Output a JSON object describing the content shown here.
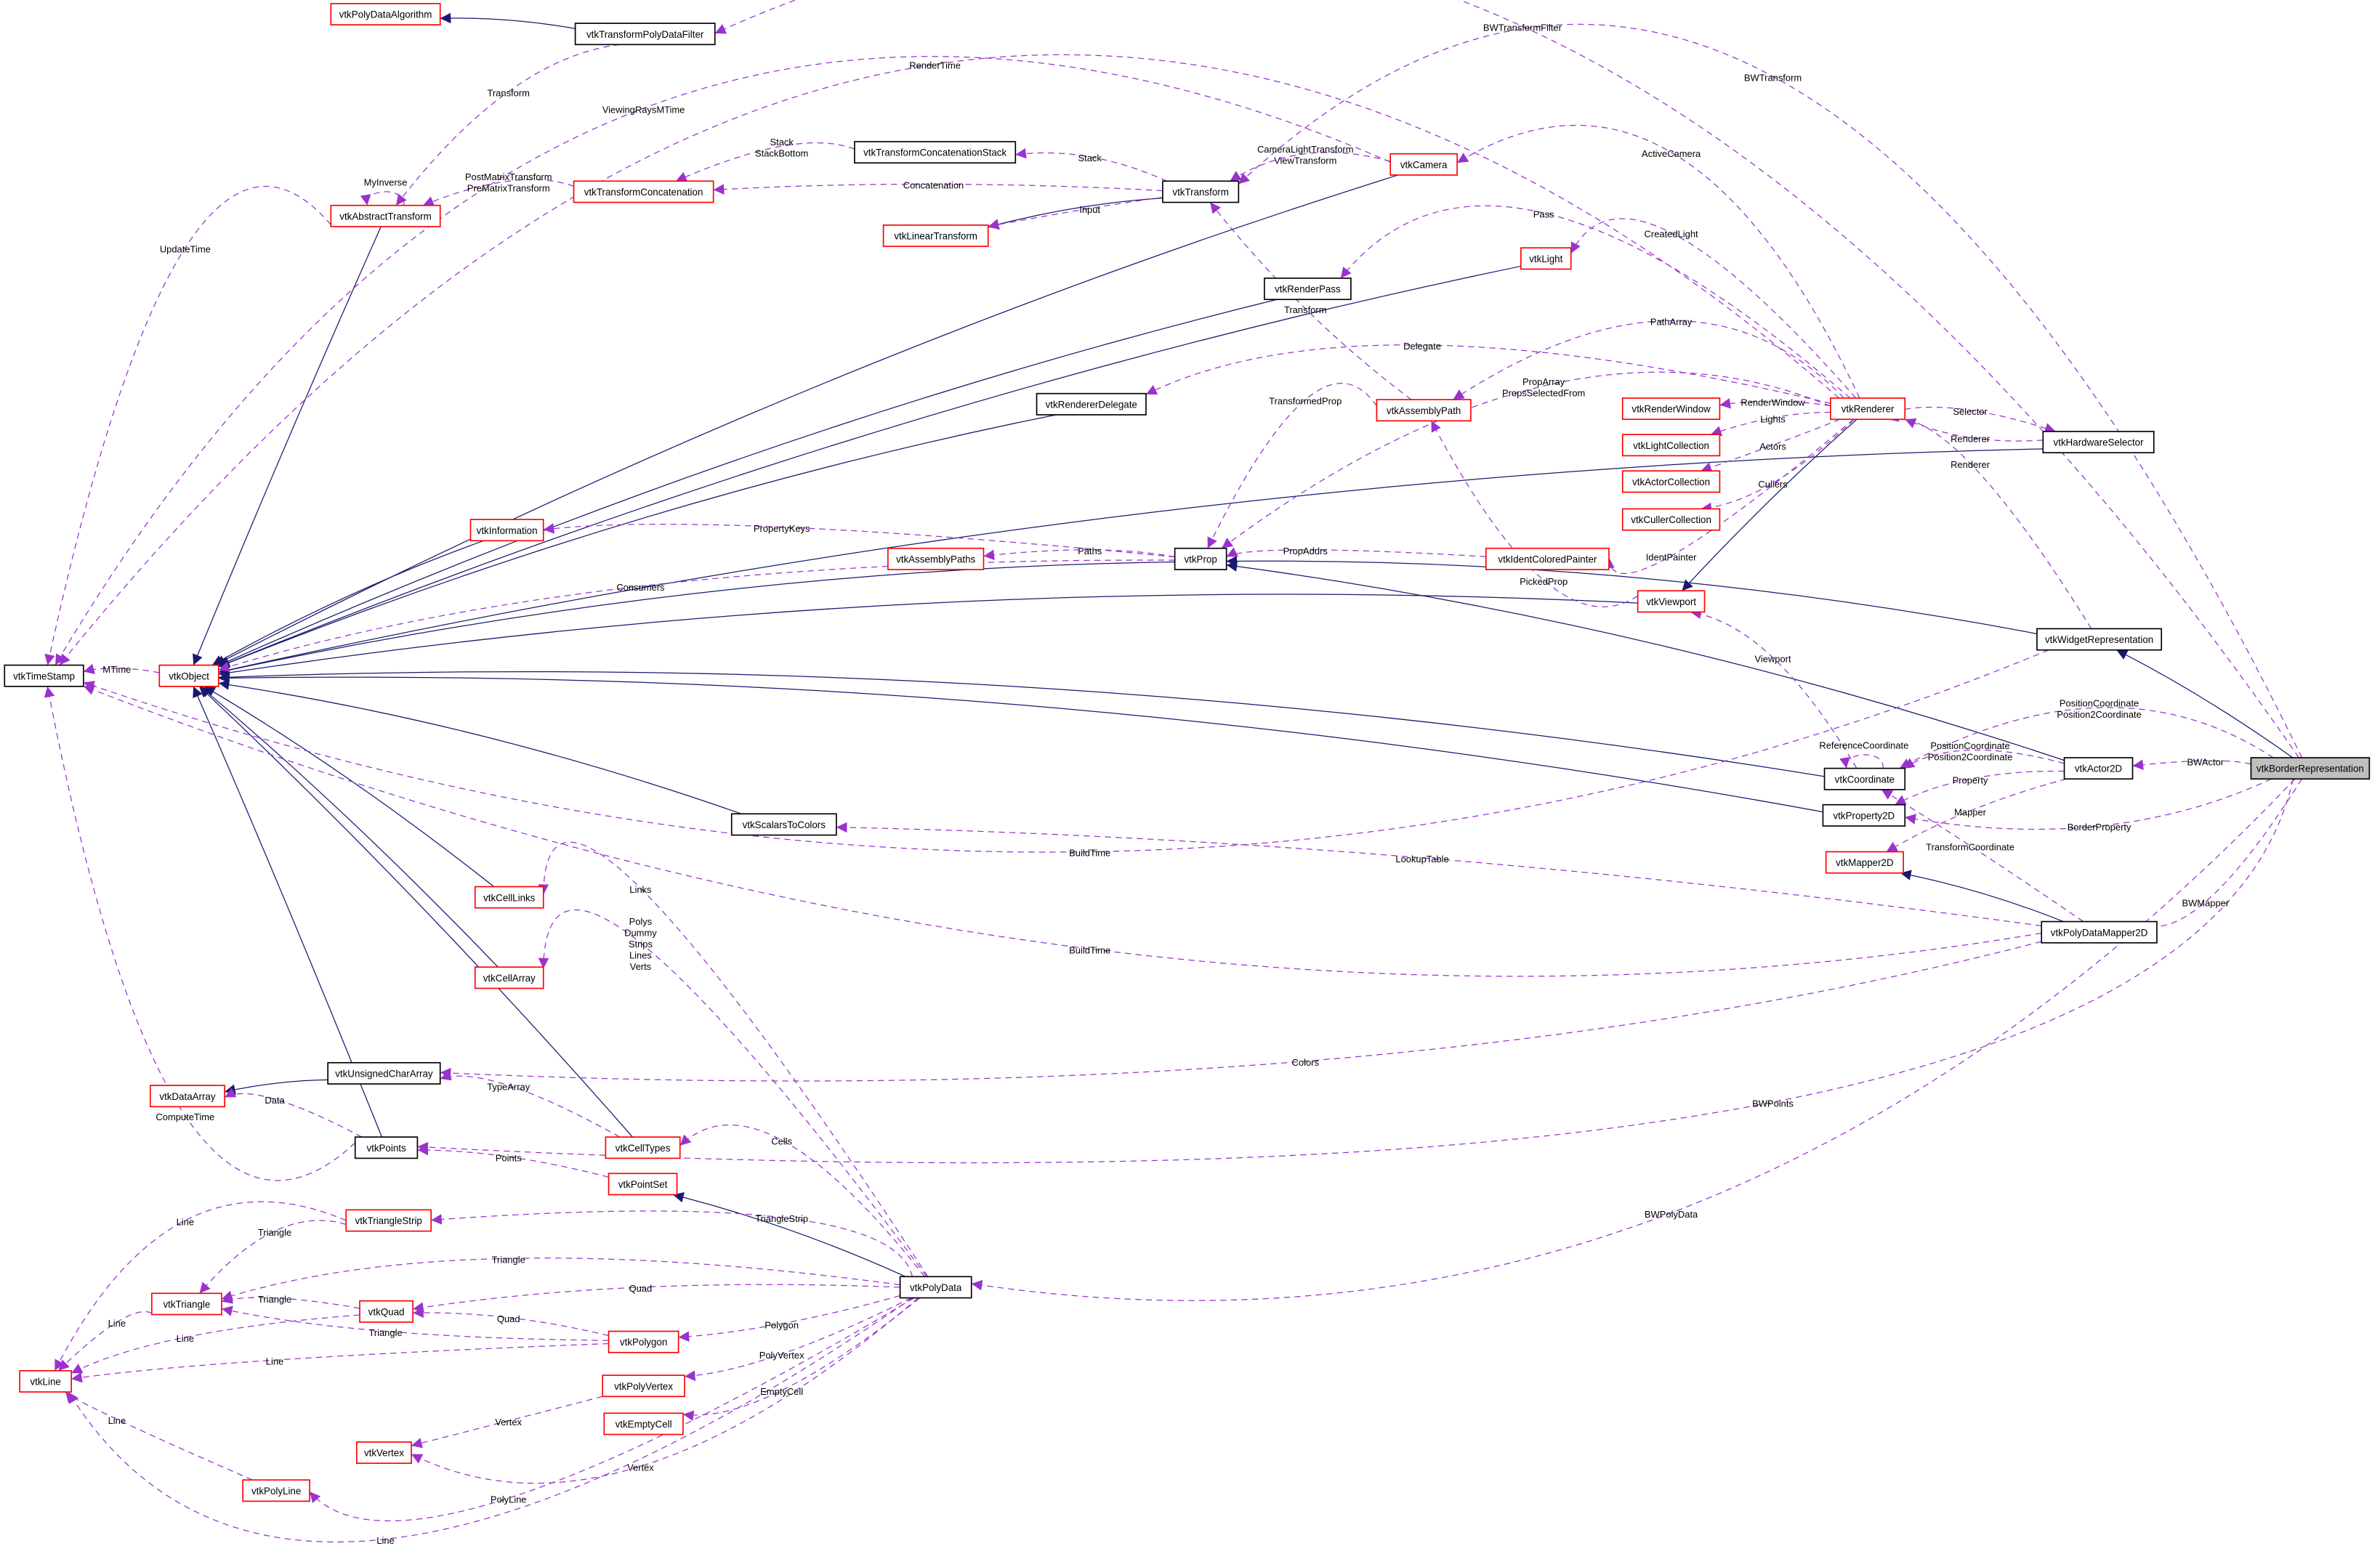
{
  "diagram": {
    "colors": {
      "usage_edge": "#9a32cd",
      "inheritance_edge": "#191970",
      "undocumented_border": "#ff0000",
      "focus_fill": "#bfbfbf"
    },
    "nodes": [
      {
        "name": "vtkPolyDataAlgorithm",
        "style": "red"
      },
      {
        "name": "vtkTransformPolyDataFilter",
        "style": "black"
      },
      {
        "name": "vtkTransformConcatenationStack",
        "style": "black"
      },
      {
        "name": "vtkCamera",
        "style": "red"
      },
      {
        "name": "vtkTransform",
        "style": "black"
      },
      {
        "name": "vtkTransformConcatenation",
        "style": "red"
      },
      {
        "name": "vtkAbstractTransform",
        "style": "red"
      },
      {
        "name": "vtkLinearTransform",
        "style": "red"
      },
      {
        "name": "vtkLight",
        "style": "red"
      },
      {
        "name": "vtkRenderPass",
        "style": "black"
      },
      {
        "name": "vtkRendererDelegate",
        "style": "black"
      },
      {
        "name": "vtkAssemblyPath",
        "style": "red"
      },
      {
        "name": "vtkRenderWindow",
        "style": "red"
      },
      {
        "name": "vtkRenderer",
        "style": "red"
      },
      {
        "name": "vtkHardwareSelector",
        "style": "black"
      },
      {
        "name": "vtkLightCollection",
        "style": "red"
      },
      {
        "name": "vtkActorCollection",
        "style": "red"
      },
      {
        "name": "vtkCullerCollection",
        "style": "red"
      },
      {
        "name": "vtkInformation",
        "style": "red"
      },
      {
        "name": "vtkAssemblyPaths",
        "style": "red"
      },
      {
        "name": "vtkProp",
        "style": "black"
      },
      {
        "name": "vtkIdentColoredPainter",
        "style": "red"
      },
      {
        "name": "vtkViewport",
        "style": "red"
      },
      {
        "name": "vtkWidgetRepresentation",
        "style": "black"
      },
      {
        "name": "vtkTimeStamp",
        "style": "black"
      },
      {
        "name": "vtkObject",
        "style": "red"
      },
      {
        "name": "vtkBorderRepresentation",
        "style": "focus"
      },
      {
        "name": "vtkActor2D",
        "style": "black"
      },
      {
        "name": "vtkCoordinate",
        "style": "black"
      },
      {
        "name": "vtkProperty2D",
        "style": "black"
      },
      {
        "name": "vtkScalarsToColors",
        "style": "black"
      },
      {
        "name": "vtkMapper2D",
        "style": "red"
      },
      {
        "name": "vtkCellLinks",
        "style": "red"
      },
      {
        "name": "vtkPolyDataMapper2D",
        "style": "black"
      },
      {
        "name": "vtkCellArray",
        "style": "red"
      },
      {
        "name": "vtkUnsignedCharArray",
        "style": "black"
      },
      {
        "name": "vtkDataArray",
        "style": "red"
      },
      {
        "name": "vtkPoints",
        "style": "black"
      },
      {
        "name": "vtkCellTypes",
        "style": "red"
      },
      {
        "name": "vtkPointSet",
        "style": "red"
      },
      {
        "name": "vtkTriangleStrip",
        "style": "red"
      },
      {
        "name": "vtkPolyData",
        "style": "black"
      },
      {
        "name": "vtkTriangle",
        "style": "red"
      },
      {
        "name": "vtkQuad",
        "style": "red"
      },
      {
        "name": "vtkPolygon",
        "style": "red"
      },
      {
        "name": "vtkLine",
        "style": "red"
      },
      {
        "name": "vtkPolyVertex",
        "style": "red"
      },
      {
        "name": "vtkEmptyCell",
        "style": "red"
      },
      {
        "name": "vtkVertex",
        "style": "red"
      },
      {
        "name": "vtkPolyLine",
        "style": "red"
      }
    ],
    "edges": [
      {
        "from": "vtkTransformPolyDataFilter",
        "to": "vtkPolyDataAlgorithm",
        "kind": "inherit",
        "label": []
      },
      {
        "from": "vtkAbstractTransform",
        "to": "vtkObject",
        "kind": "inherit",
        "label": []
      },
      {
        "from": "vtkTransform",
        "to": "vtkLinearTransform",
        "kind": "inherit",
        "label": []
      },
      {
        "from": "vtkCamera",
        "to": "vtkObject",
        "kind": "inherit",
        "label": []
      },
      {
        "from": "vtkLight",
        "to": "vtkObject",
        "kind": "inherit",
        "label": []
      },
      {
        "from": "vtkRenderPass",
        "to": "vtkObject",
        "kind": "inherit",
        "label": []
      },
      {
        "from": "vtkRendererDelegate",
        "to": "vtkObject",
        "kind": "inherit",
        "label": []
      },
      {
        "from": "vtkInformation",
        "to": "vtkObject",
        "kind": "inherit",
        "label": []
      },
      {
        "from": "vtkProp",
        "to": "vtkObject",
        "kind": "inherit",
        "label": []
      },
      {
        "from": "vtkWidgetRepresentation",
        "to": "vtkProp",
        "kind": "inherit",
        "label": []
      },
      {
        "from": "vtkHardwareSelector",
        "to": "vtkObject",
        "kind": "inherit",
        "label": []
      },
      {
        "from": "vtkViewport",
        "to": "vtkObject",
        "kind": "inherit",
        "label": []
      },
      {
        "from": "vtkRenderer",
        "to": "vtkViewport",
        "kind": "inherit",
        "label": []
      },
      {
        "from": "vtkActor2D",
        "to": "vtkProp",
        "kind": "inherit",
        "label": []
      },
      {
        "from": "vtkCoordinate",
        "to": "vtkObject",
        "kind": "inherit",
        "label": []
      },
      {
        "from": "vtkProperty2D",
        "to": "vtkObject",
        "kind": "inherit",
        "label": []
      },
      {
        "from": "vtkScalarsToColors",
        "to": "vtkObject",
        "kind": "inherit",
        "label": []
      },
      {
        "from": "vtkCellLinks",
        "to": "vtkObject",
        "kind": "inherit",
        "label": []
      },
      {
        "from": "vtkCellArray",
        "to": "vtkObject",
        "kind": "inherit",
        "label": []
      },
      {
        "from": "vtkUnsignedCharArray",
        "to": "vtkDataArray",
        "kind": "inherit",
        "label": []
      },
      {
        "from": "vtkPoints",
        "to": "vtkObject",
        "kind": "inherit",
        "label": []
      },
      {
        "from": "vtkCellTypes",
        "to": "vtkObject",
        "kind": "inherit",
        "label": []
      },
      {
        "from": "vtkPolyData",
        "to": "vtkPointSet",
        "kind": "inherit",
        "label": []
      },
      {
        "from": "vtkPolyDataMapper2D",
        "to": "vtkMapper2D",
        "kind": "inherit",
        "label": []
      },
      {
        "from": "vtkBorderRepresentation",
        "to": "vtkWidgetRepresentation",
        "kind": "inherit",
        "label": []
      },
      {
        "from": "vtkBorderRepresentation",
        "to": "vtkTransformPolyDataFilter",
        "kind": "use",
        "label": [
          "BWTransformFilter"
        ]
      },
      {
        "from": "vtkBorderRepresentation",
        "to": "vtkTransform",
        "kind": "use",
        "label": [
          "BWTransform"
        ]
      },
      {
        "from": "vtkRenderer",
        "to": "vtkTimeStamp",
        "kind": "use",
        "label": [
          "RenderTime"
        ]
      },
      {
        "from": "vtkTransformPolyDataFilter",
        "to": "vtkAbstractTransform",
        "kind": "use",
        "label": [
          "Transform"
        ]
      },
      {
        "from": "vtkCamera",
        "to": "vtkTimeStamp",
        "kind": "use",
        "label": [
          "ViewingRaysMTime"
        ]
      },
      {
        "from": "vtkTransformConcatenationStack",
        "to": "vtkTransformConcatenation",
        "kind": "use",
        "label": [
          "Stack",
          "StackBottom"
        ]
      },
      {
        "from": "vtkTransform",
        "to": "vtkTransformConcatenationStack",
        "kind": "use",
        "label": [
          "Stack"
        ]
      },
      {
        "from": "vtkCamera",
        "to": "vtkTransform",
        "kind": "use",
        "label": [
          "CameraLightTransform",
          "ViewTransform"
        ]
      },
      {
        "from": "vtkRenderer",
        "to": "vtkCamera",
        "kind": "use",
        "label": [
          "ActiveCamera"
        ]
      },
      {
        "from": "vtkTransformConcatenation",
        "to": "vtkAbstractTransform",
        "kind": "use",
        "label": [
          "PostMatrixTransform",
          "PreMatrixTransform"
        ]
      },
      {
        "from": "vtkAbstractTransform",
        "to": "vtkAbstractTransform",
        "kind": "use",
        "label": [
          "MyInverse"
        ]
      },
      {
        "from": "vtkTransform",
        "to": "vtkTransformConcatenation",
        "kind": "use",
        "label": [
          "Concatenation"
        ]
      },
      {
        "from": "vtkTransform",
        "to": "vtkLinearTransform",
        "kind": "use",
        "label": [
          "Input"
        ]
      },
      {
        "from": "vtkAbstractTransform",
        "to": "vtkTimeStamp",
        "kind": "use",
        "label": [
          "UpdateTime"
        ]
      },
      {
        "from": "vtkRenderer",
        "to": "vtkRenderPass",
        "kind": "use",
        "label": [
          "Pass"
        ]
      },
      {
        "from": "vtkRenderer",
        "to": "vtkLight",
        "kind": "use",
        "label": [
          "CreatedLight"
        ]
      },
      {
        "from": "vtkAssemblyPath",
        "to": "vtkTransform",
        "kind": "use",
        "label": [
          "Transform"
        ]
      },
      {
        "from": "vtkRenderer",
        "to": "vtkRendererDelegate",
        "kind": "use",
        "label": [
          "Delegate"
        ]
      },
      {
        "from": "vtkRenderer",
        "to": "vtkAssemblyPath",
        "kind": "use",
        "label": [
          "PathArray"
        ]
      },
      {
        "from": "vtkRenderer",
        "to": "vtkProp",
        "kind": "use",
        "label": [
          "PropArray",
          "PropsSelectedFrom"
        ]
      },
      {
        "from": "vtkAssemblyPath",
        "to": "vtkProp",
        "kind": "use",
        "label": [
          "TransformedProp"
        ]
      },
      {
        "from": "vtkRenderer",
        "to": "vtkRenderWindow",
        "kind": "use",
        "label": [
          "RenderWindow"
        ]
      },
      {
        "from": "vtkRenderer",
        "to": "vtkLightCollection",
        "kind": "use",
        "label": [
          "Lights"
        ]
      },
      {
        "from": "vtkRenderer",
        "to": "vtkActorCollection",
        "kind": "use",
        "label": [
          "Actors"
        ]
      },
      {
        "from": "vtkRenderer",
        "to": "vtkCullerCollection",
        "kind": "use",
        "label": [
          "Cullers"
        ]
      },
      {
        "from": "vtkRenderer",
        "to": "vtkHardwareSelector",
        "kind": "use",
        "label": [
          "Selector"
        ]
      },
      {
        "from": "vtkHardwareSelector",
        "to": "vtkRenderer",
        "kind": "use",
        "label": [
          "Renderer"
        ]
      },
      {
        "from": "vtkWidgetRepresentation",
        "to": "vtkRenderer",
        "kind": "use",
        "label": [
          "Renderer"
        ]
      },
      {
        "from": "vtkProp",
        "to": "vtkInformation",
        "kind": "use",
        "label": [
          "PropertyKeys"
        ]
      },
      {
        "from": "vtkProp",
        "to": "vtkAssemblyPaths",
        "kind": "use",
        "label": [
          "Paths"
        ]
      },
      {
        "from": "vtkIdentColoredPainter",
        "to": "vtkProp",
        "kind": "use",
        "label": [
          "PropAddrs"
        ]
      },
      {
        "from": "vtkRenderer",
        "to": "vtkIdentColoredPainter",
        "kind": "use",
        "label": [
          "IdentPainter"
        ]
      },
      {
        "from": "vtkViewport",
        "to": "vtkAssemblyPath",
        "kind": "use",
        "label": [
          "PickedProp"
        ]
      },
      {
        "from": "vtkProp",
        "to": "vtkObject",
        "kind": "use",
        "label": [
          "Consumers"
        ]
      },
      {
        "from": "vtkObject",
        "to": "vtkTimeStamp",
        "kind": "use",
        "label": [
          "MTime"
        ]
      },
      {
        "from": "vtkCoordinate",
        "to": "vtkViewport",
        "kind": "use",
        "label": [
          "Viewport"
        ]
      },
      {
        "from": "vtkBorderRepresentation",
        "to": "vtkCoordinate",
        "kind": "use",
        "label": [
          "PositionCoordinate",
          "Position2Coordinate"
        ]
      },
      {
        "from": "vtkCoordinate",
        "to": "vtkCoordinate",
        "kind": "use",
        "label": [
          "ReferenceCoordinate"
        ]
      },
      {
        "from": "vtkActor2D",
        "to": "vtkCoordinate",
        "kind": "use",
        "label": [
          "PositionCoordinate",
          "Position2Coordinate"
        ]
      },
      {
        "from": "vtkBorderRepresentation",
        "to": "vtkActor2D",
        "kind": "use",
        "label": [
          "BWActor"
        ]
      },
      {
        "from": "vtkActor2D",
        "to": "vtkProperty2D",
        "kind": "use",
        "label": [
          "Property"
        ]
      },
      {
        "from": "vtkActor2D",
        "to": "vtkMapper2D",
        "kind": "use",
        "label": [
          "Mapper"
        ]
      },
      {
        "from": "vtkBorderRepresentation",
        "to": "vtkProperty2D",
        "kind": "use",
        "label": [
          "BorderProperty"
        ]
      },
      {
        "from": "vtkPolyDataMapper2D",
        "to": "vtkCoordinate",
        "kind": "use",
        "label": [
          "TransformCoordinate"
        ]
      },
      {
        "from": "vtkWidgetRepresentation",
        "to": "vtkTimeStamp",
        "kind": "use",
        "label": [
          "BuildTime"
        ]
      },
      {
        "from": "vtkPolyDataMapper2D",
        "to": "vtkScalarsToColors",
        "kind": "use",
        "label": [
          "LookupTable"
        ]
      },
      {
        "from": "vtkBorderRepresentation",
        "to": "vtkPolyDataMapper2D",
        "kind": "use",
        "label": [
          "BWMapper"
        ]
      },
      {
        "from": "vtkPolyDataMapper2D",
        "to": "vtkTimeStamp",
        "kind": "use",
        "label": [
          "BuildTime"
        ]
      },
      {
        "from": "vtkPolyData",
        "to": "vtkCellLinks",
        "kind": "use",
        "label": [
          "Links"
        ]
      },
      {
        "from": "vtkPolyData",
        "to": "vtkCellArray",
        "kind": "use",
        "label": [
          "Polys",
          "Dummy",
          "Strips",
          "Lines",
          "Verts"
        ]
      },
      {
        "from": "vtkPolyDataMapper2D",
        "to": "vtkUnsignedCharArray",
        "kind": "use",
        "label": [
          "Colors"
        ]
      },
      {
        "from": "vtkBorderRepresentation",
        "to": "vtkPoints",
        "kind": "use",
        "label": [
          "BWPoints"
        ]
      },
      {
        "from": "vtkCellTypes",
        "to": "vtkUnsignedCharArray",
        "kind": "use",
        "label": [
          "TypeArray"
        ]
      },
      {
        "from": "vtkPoints",
        "to": "vtkDataArray",
        "kind": "use",
        "label": [
          "Data"
        ]
      },
      {
        "from": "vtkPoints",
        "to": "vtkTimeStamp",
        "kind": "use",
        "label": [
          "ComputeTime"
        ]
      },
      {
        "from": "vtkPolyData",
        "to": "vtkCellTypes",
        "kind": "use",
        "label": [
          "Cells"
        ]
      },
      {
        "from": "vtkPointSet",
        "to": "vtkPoints",
        "kind": "use",
        "label": [
          "Points"
        ]
      },
      {
        "from": "vtkBorderRepresentation",
        "to": "vtkPolyData",
        "kind": "use",
        "label": [
          "BWPolyData"
        ]
      },
      {
        "from": "vtkPolyData",
        "to": "vtkTriangleStrip",
        "kind": "use",
        "label": [
          "TriangleStrip"
        ]
      },
      {
        "from": "vtkTriangleStrip",
        "to": "vtkLine",
        "kind": "use",
        "label": [
          "Line"
        ]
      },
      {
        "from": "vtkTriangleStrip",
        "to": "vtkTriangle",
        "kind": "use",
        "label": [
          "Triangle"
        ]
      },
      {
        "from": "vtkPolyData",
        "to": "vtkTriangle",
        "kind": "use",
        "label": [
          "Triangle"
        ]
      },
      {
        "from": "vtkPolyData",
        "to": "vtkQuad",
        "kind": "use",
        "label": [
          "Quad"
        ]
      },
      {
        "from": "vtkQuad",
        "to": "vtkTriangle",
        "kind": "use",
        "label": [
          "Triangle"
        ]
      },
      {
        "from": "vtkPolygon",
        "to": "vtkQuad",
        "kind": "use",
        "label": [
          "Quad"
        ]
      },
      {
        "from": "vtkPolygon",
        "to": "vtkTriangle",
        "kind": "use",
        "label": [
          "Triangle"
        ]
      },
      {
        "from": "vtkTriangle",
        "to": "vtkLine",
        "kind": "use",
        "label": [
          "Line"
        ]
      },
      {
        "from": "vtkQuad",
        "to": "vtkLine",
        "kind": "use",
        "label": [
          "Line"
        ]
      },
      {
        "from": "vtkPolyData",
        "to": "vtkPolygon",
        "kind": "use",
        "label": [
          "Polygon"
        ]
      },
      {
        "from": "vtkPolygon",
        "to": "vtkLine",
        "kind": "use",
        "label": [
          "Line"
        ]
      },
      {
        "from": "vtkPolyData",
        "to": "vtkPolyVertex",
        "kind": "use",
        "label": [
          "PolyVertex"
        ]
      },
      {
        "from": "vtkPolyData",
        "to": "vtkEmptyCell",
        "kind": "use",
        "label": [
          "EmptyCell"
        ]
      },
      {
        "from": "vtkPolyVertex",
        "to": "vtkVertex",
        "kind": "use",
        "label": [
          "Vertex"
        ]
      },
      {
        "from": "vtkPolyData",
        "to": "vtkVertex",
        "kind": "use",
        "label": [
          "Vertex"
        ]
      },
      {
        "from": "vtkPolyLine",
        "to": "vtkLine",
        "kind": "use",
        "label": [
          "Line"
        ]
      },
      {
        "from": "vtkPolyData",
        "to": "vtkPolyLine",
        "kind": "use",
        "label": [
          "PolyLine"
        ]
      },
      {
        "from": "vtkPolyData",
        "to": "vtkLine",
        "kind": "use",
        "label": [
          "Line"
        ]
      }
    ]
  }
}
